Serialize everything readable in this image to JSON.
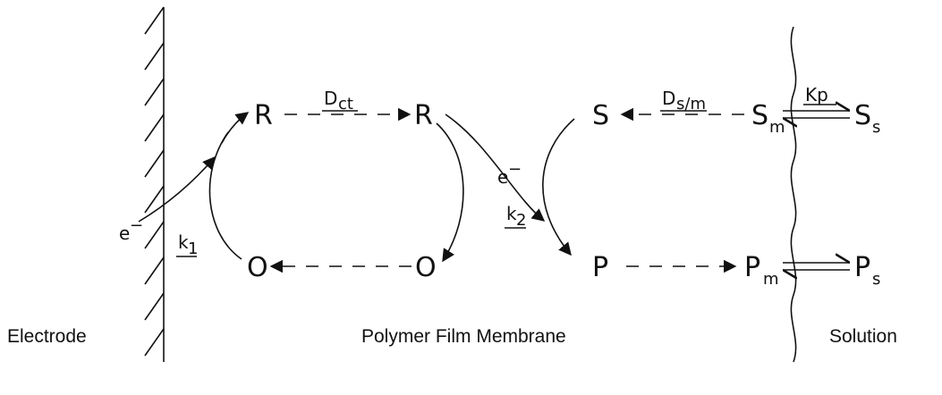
{
  "species": {
    "R_left": "R",
    "R_right": "R",
    "O_left": "O",
    "O_right": "O",
    "S": "S",
    "S_m": "S",
    "S_m_sub": "m",
    "S_s": "S",
    "S_s_sub": "s",
    "P": "P",
    "P_m": "P",
    "P_m_sub": "m",
    "P_s": "P",
    "P_s_sub": "s"
  },
  "rates": {
    "electron_left": "e",
    "electron_left_sup": "−",
    "electron_right": "e",
    "electron_right_sup": "−",
    "k1": "k",
    "k1_sub": "1",
    "k2": "k",
    "k2_sub": "2",
    "D_ct": "D",
    "D_ct_sub": "ct",
    "D_sm": "D",
    "D_sm_sub": "s/m",
    "K_p": "Kp"
  },
  "regions": {
    "electrode": "Electrode",
    "membrane": "Polymer Film Membrane",
    "solution": "Solution"
  }
}
